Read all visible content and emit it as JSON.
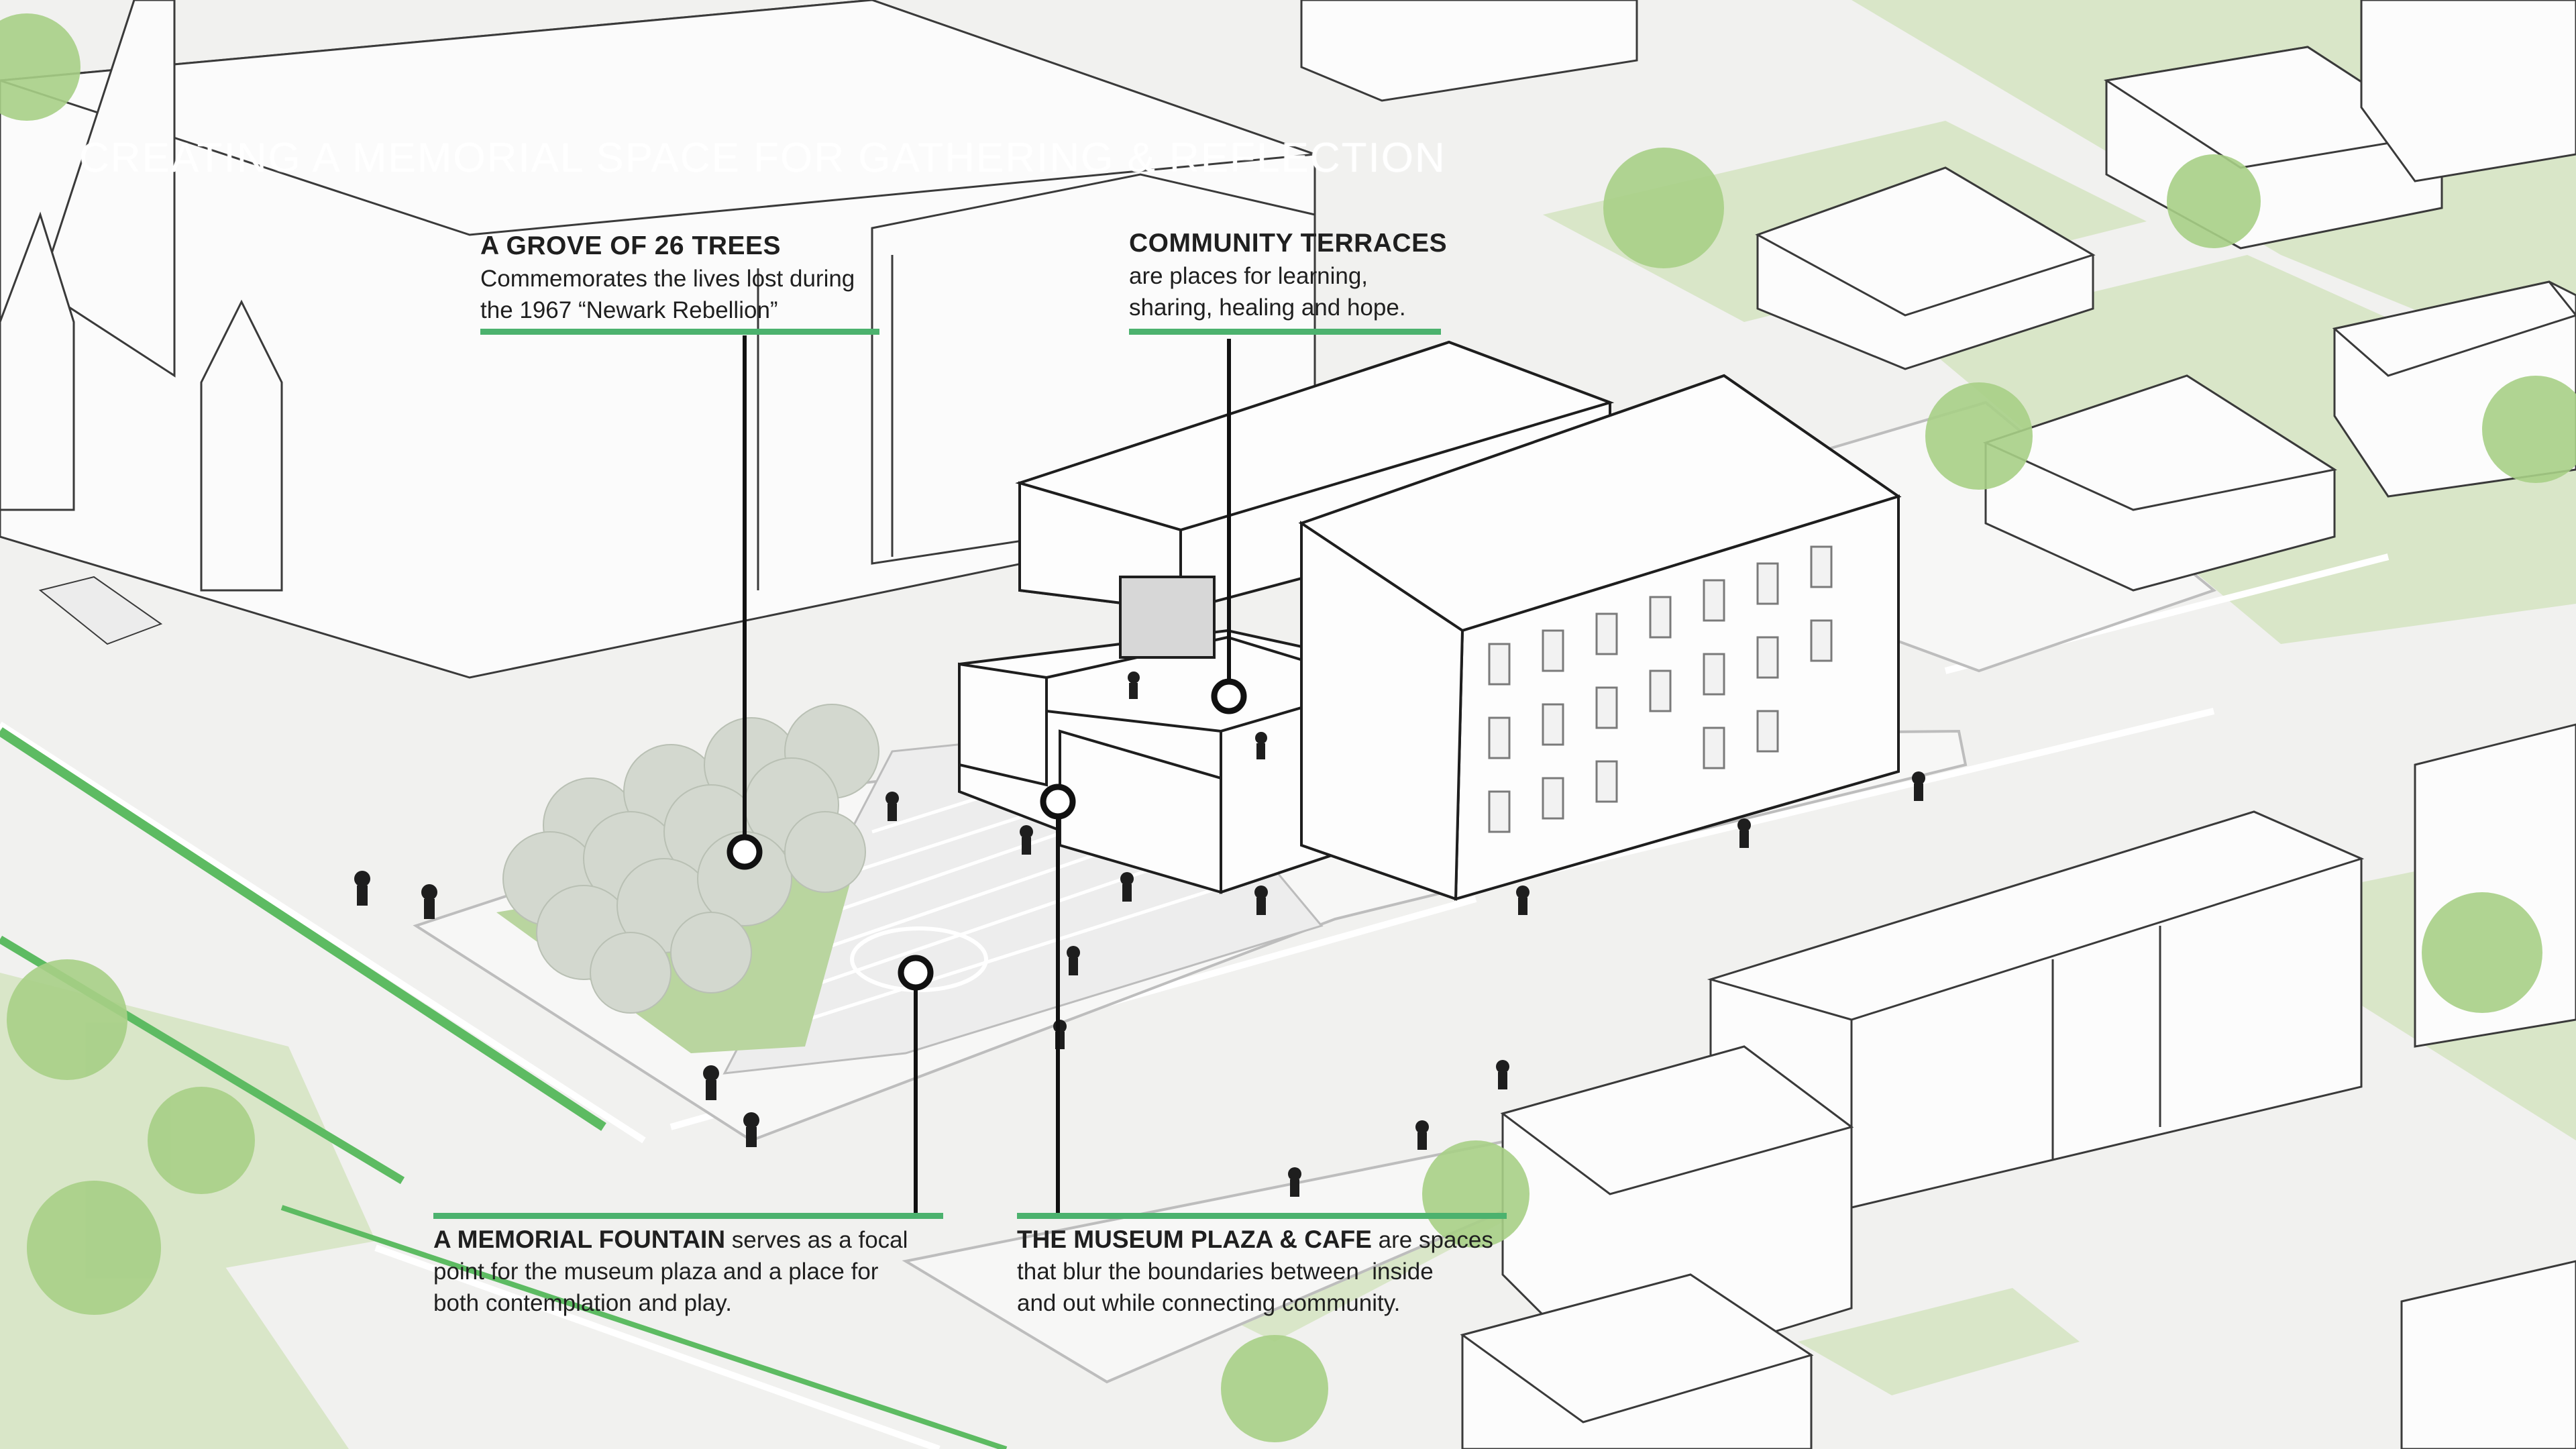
{
  "title": "CREATING A MEMORIAL SPACE FOR GATHERING & REFLECTION",
  "colors": {
    "accent_green": "#4cb26e",
    "lawn_green": "#d6e4c3",
    "tree_green": "#8fbf6a",
    "ground": "#f1f1ef",
    "building_fill": "#fafafa",
    "outline": "#2a2a2a"
  },
  "callouts": {
    "grove": {
      "heading": "A GROVE OF 26 TREES",
      "line1": "Commemorates the lives lost during",
      "line2": "the 1967 “Newark Rebellion”"
    },
    "terraces": {
      "heading": "COMMUNITY TERRACES",
      "line1": "are places for learning,",
      "line2": "sharing, healing and hope."
    },
    "fountain": {
      "heading": "A MEMORIAL FOUNTAIN",
      "line1_rest": " serves as a focal",
      "line2": "point for the museum plaza and a place for",
      "line3": "both contemplation and play."
    },
    "plaza": {
      "heading": "THE MUSEUM PLAZA & CAFE",
      "line1_rest": " are spaces",
      "line2": "that blur the boundaries between  inside",
      "line3": "and out while connecting community."
    }
  }
}
